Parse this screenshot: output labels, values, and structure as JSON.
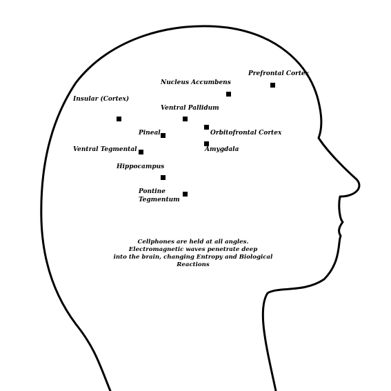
{
  "regions": {
    "prefrontal_cortex": "Prefrontal Cortex",
    "nucleus_accumbens": "Nucleus Accumbens",
    "insular_cortex": "Insular (Cortex)",
    "ventral_pallidum": "Ventral Pallidum",
    "pineal": "Pineal",
    "orbitofrontal_cortex": "Orbitofrontal Cortex",
    "ventral_tegmental": "Ventral Tegmental",
    "amygdala": "Amygdala",
    "hippocampus": "Hippocampus",
    "pontine_tegmentum_line1": "Pontine",
    "pontine_tegmentum_line2": "Tegmentum"
  },
  "caption": {
    "line1": "Cellphones are held at all angles.",
    "line2": "Electromagnetic waves penetrate deep",
    "line3": "into the brain, changing Entropy and Biological",
    "line4": "Reactions"
  },
  "colors": {
    "outline": "#000000",
    "marker": "#000000",
    "background": "#ffffff"
  }
}
